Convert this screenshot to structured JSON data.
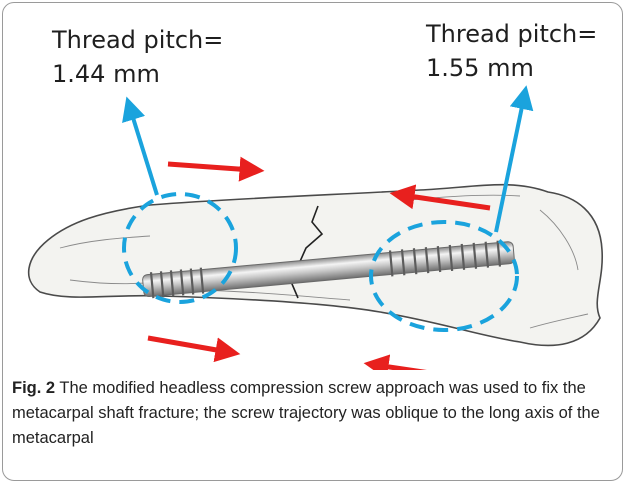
{
  "figure": {
    "labels": {
      "left_pitch": {
        "line1": "Thread pitch=",
        "line2": "1.44 mm"
      },
      "right_pitch": {
        "line1": "Thread pitch=",
        "line2": "1.55 mm"
      }
    },
    "caption": {
      "number": "Fig. 2",
      "text": "The modified headless compression screw approach was used to fix the metacarpal shaft fracture; the screw trajectory was oblique to the long axis of the metacarpal"
    },
    "colors": {
      "pitch_arrow": "#1aa3dd",
      "force_arrow": "#e8201e",
      "frame_border": "#9a9a9a"
    }
  }
}
